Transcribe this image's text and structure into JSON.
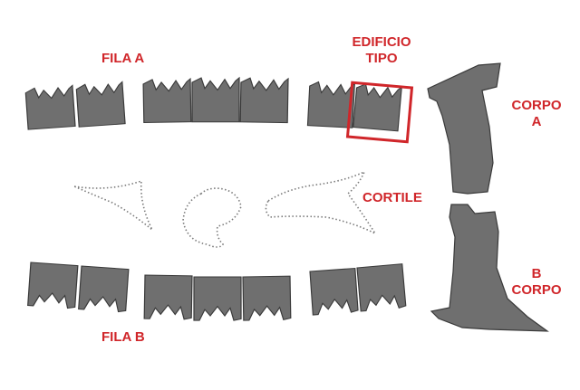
{
  "labels": {
    "fila_a": "FILA A",
    "fila_b": "FILA B",
    "edificio_1": "EDIFICIO",
    "edificio_2": "TIPO",
    "corpo_a_1": "CORPO",
    "corpo_a_2": "A",
    "corpo_b_1": "B",
    "corpo_b_2": "CORPO",
    "cortile": "CORTILE"
  },
  "colors": {
    "label": "#d0262a",
    "highlight": "#d0262a",
    "building": "#6f6f6f",
    "outline": "#3a3a3a"
  }
}
